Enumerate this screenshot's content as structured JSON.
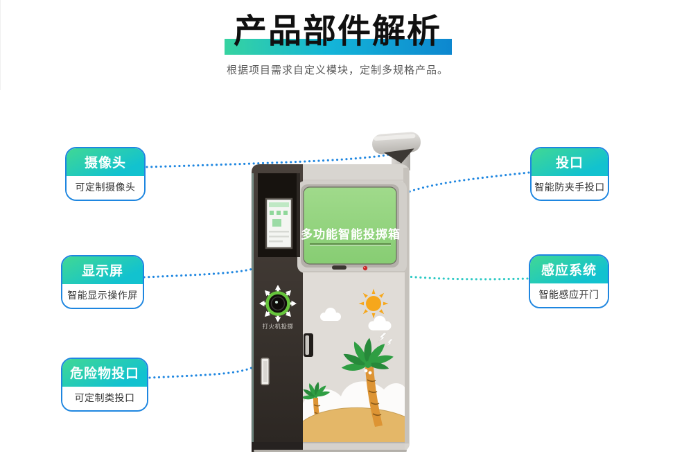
{
  "header": {
    "title": "产品部件解析",
    "subtitle": "根据项目需求自定义模块，定制多规格产品。"
  },
  "callouts": {
    "left": [
      {
        "title": "摄像头",
        "desc": "可定制摄像头"
      },
      {
        "title": "显示屏",
        "desc": "智能显示操作屏"
      },
      {
        "title": "危险物投口",
        "desc": "可定制类投口"
      }
    ],
    "right": [
      {
        "title": "投口",
        "desc": "智能防夹手投口"
      },
      {
        "title": "感应系统",
        "desc": "智能感应开门"
      }
    ]
  },
  "machine": {
    "screen_text": "多功能智能投掷箱",
    "port_label": "打火机投掷"
  },
  "colors": {
    "accent_blue": "#1e86e0",
    "accent_teal": "#2dc9c4",
    "callout_gradient_start": "#40d894",
    "callout_gradient_end": "#12c2cf",
    "title_bar_gradient": [
      "#36d3a0",
      "#14b6d8",
      "#0d87cf"
    ],
    "screen_green": "#93d381",
    "port_ring_green": "#66c43c",
    "sun_orange": "#f6a71b",
    "sensor_red": "#cb2c2c",
    "sand": "#e4b768"
  }
}
